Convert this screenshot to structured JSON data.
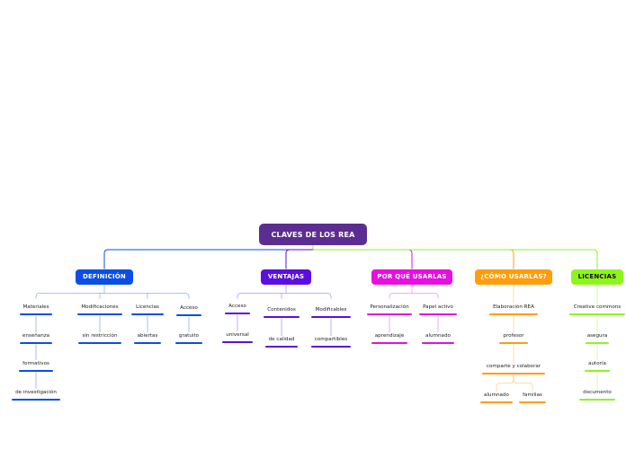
{
  "root": {
    "label": "CLAVES DE LOS REA",
    "color": "#5c2d91"
  },
  "branches": [
    {
      "label": "DEFINICIÓN",
      "color": "#0a4ee6",
      "items": [
        {
          "label": "Materiales",
          "children": [
            {
              "label": "enseñanza",
              "children": [
                {
                  "label": "formativos",
                  "children": [
                    {
                      "label": "de investigación"
                    }
                  ]
                }
              ]
            }
          ]
        },
        {
          "label": "Modificaciones",
          "children": [
            {
              "label": "sin restricción"
            }
          ]
        },
        {
          "label": "Licencias",
          "children": [
            {
              "label": "abiertas"
            }
          ]
        },
        {
          "label": "Acceso",
          "children": [
            {
              "label": "gratuito"
            }
          ]
        }
      ]
    },
    {
      "label": "VENTAJAS",
      "color": "#5a0fe0",
      "items": [
        {
          "label": "Acceso",
          "children": [
            {
              "label": "universal"
            }
          ]
        },
        {
          "label": "Contenidos",
          "children": [
            {
              "label": "de calidad"
            }
          ]
        },
        {
          "label": "Modificables",
          "children": [
            {
              "label": "compartibles"
            }
          ]
        }
      ]
    },
    {
      "label": "POR QUÉ USARLAS",
      "color": "#e60fe0",
      "items": [
        {
          "label": "Personalización",
          "children": [
            {
              "label": "aprendizaje"
            }
          ]
        },
        {
          "label": "Papel activo",
          "children": [
            {
              "label": "alumnado"
            }
          ]
        }
      ]
    },
    {
      "label": "¿CÓMO USARLAS?",
      "color": "#ff9d0a",
      "items": [
        {
          "label": "Elaboración REA",
          "children": [
            {
              "label": "profesor",
              "children": [
                {
                  "label": "comparte y colaborar",
                  "children": [
                    {
                      "label": "alumnado"
                    },
                    {
                      "label": "familias"
                    }
                  ]
                }
              ]
            }
          ]
        }
      ]
    },
    {
      "label": "LICENCIAS",
      "color": "#8ef51b",
      "items": [
        {
          "label": "Creative commons",
          "children": [
            {
              "label": "asegura",
              "children": [
                {
                  "label": "autoría",
                  "children": [
                    {
                      "label": "documento"
                    }
                  ]
                }
              ]
            }
          ]
        }
      ]
    }
  ]
}
